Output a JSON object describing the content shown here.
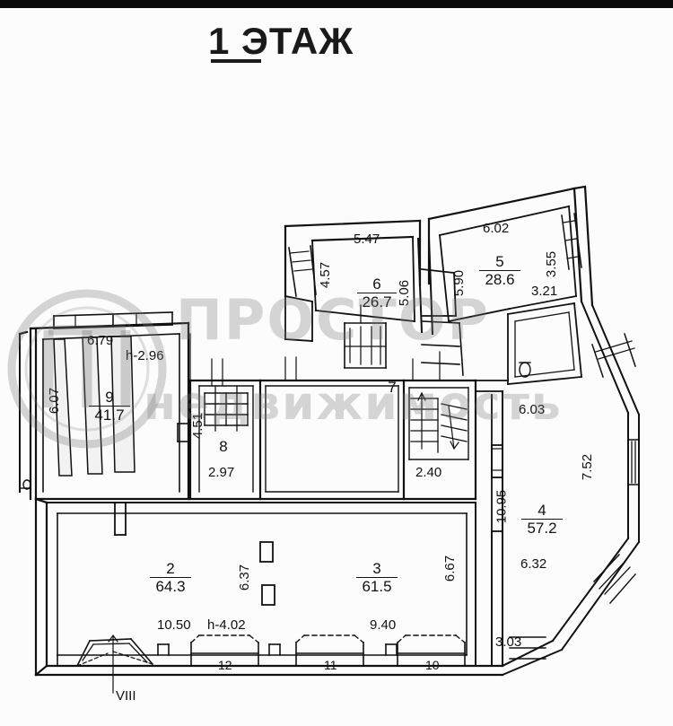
{
  "document": {
    "title": "1 ЭТАЖ",
    "title_floor_number": "1",
    "title_word": "ЭТАЖ",
    "type": "floor-plan"
  },
  "watermark": {
    "line1": "ПРОСТОР",
    "line2": "недвижимость",
    "logo_glyph": "П"
  },
  "rooms": [
    {
      "id": "room-2",
      "number": "2",
      "area": "64.3"
    },
    {
      "id": "room-3",
      "number": "3",
      "area": "61.5"
    },
    {
      "id": "room-4",
      "number": "4",
      "area": "57.2"
    },
    {
      "id": "room-5",
      "number": "5",
      "area": "28.6"
    },
    {
      "id": "room-6",
      "number": "6",
      "area": "26.7"
    },
    {
      "id": "room-9",
      "number": "9",
      "area": "41.7"
    }
  ],
  "stairs": [
    {
      "id": "stair-7",
      "number": "7",
      "width": "2.40"
    },
    {
      "id": "stair-8",
      "number": "8",
      "width": "2.97",
      "depth": "4.51"
    }
  ],
  "windows": [
    {
      "id": "window-12",
      "number": "12"
    },
    {
      "id": "window-11",
      "number": "11"
    },
    {
      "id": "window-10",
      "number": "10"
    }
  ],
  "entrance": {
    "id": "entrance-viii",
    "label": "VIII"
  },
  "dimensions": {
    "d_5_47": "5.47",
    "d_6_02": "6.02",
    "d_4_57": "4.57",
    "d_5_06": "5.06",
    "d_5_90": "5.90",
    "d_3_55": "3.55",
    "d_3_21": "3.21",
    "d_6_79": "6.79",
    "d_6_07": "6.07",
    "d_h_2_96": "h-2.96",
    "d_4_51": "4.51",
    "d_2_97": "2.97",
    "d_2_40": "2.40",
    "d_6_03": "6.03",
    "d_7_52": "7.52",
    "d_10_95": "10.95",
    "d_6_32": "6.32",
    "d_3_03": "3.03",
    "d_6_67": "6.67",
    "d_6_37": "6.37",
    "d_10_50": "10.50",
    "d_h_4_02": "h-4.02",
    "d_9_40": "9.40"
  },
  "colors": {
    "ink": "#111111",
    "paper": "#fcfcfc",
    "watermark": "rgba(120,120,120,0.30)",
    "letterbox": "#0a0a0a"
  }
}
